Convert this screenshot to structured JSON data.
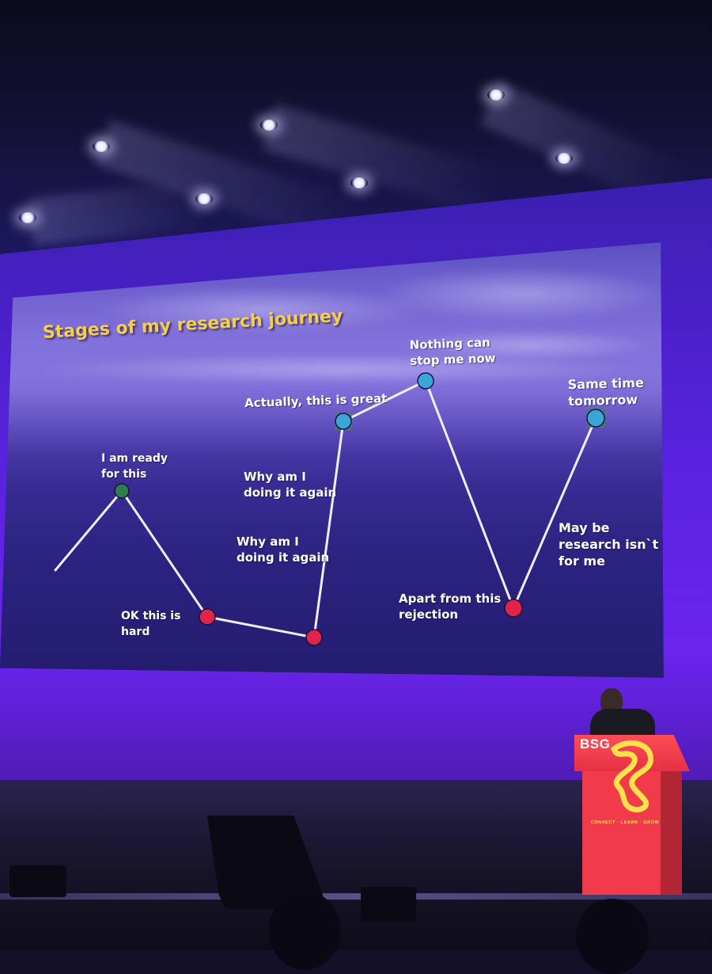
{
  "slide": {
    "title": "Stages of my research journey",
    "stages": [
      {
        "label": "I am ready\nfor this",
        "marker_color": "#2e7d4f"
      },
      {
        "label": "OK this is\nhard",
        "marker_color": "#e0244a"
      },
      {
        "label": "Why am I\ndoing it again",
        "marker_color": "#e0244a"
      },
      {
        "label": "Why am I\ndoing it again",
        "marker_color": ""
      },
      {
        "label": "Actually, this is great",
        "marker_color": "#3aa6d8"
      },
      {
        "label": "Nothing can\nstop me now",
        "marker_color": "#3aa6d8"
      },
      {
        "label": "Apart from this\nrejection",
        "marker_color": "#e0244a"
      },
      {
        "label": "May be\nresearch isn`t\nfor me",
        "marker_color": ""
      },
      {
        "label": "Same time\ntomorrow",
        "marker_color": "#3aa6d8"
      }
    ],
    "title_color": "#f3cf4a",
    "line_color": "#f1ecff"
  },
  "podium": {
    "brand": "BSG",
    "tagline": "CONNECT · LEARN · GROW",
    "color": "#f13a4a",
    "logo_color": "#ffe24a"
  }
}
